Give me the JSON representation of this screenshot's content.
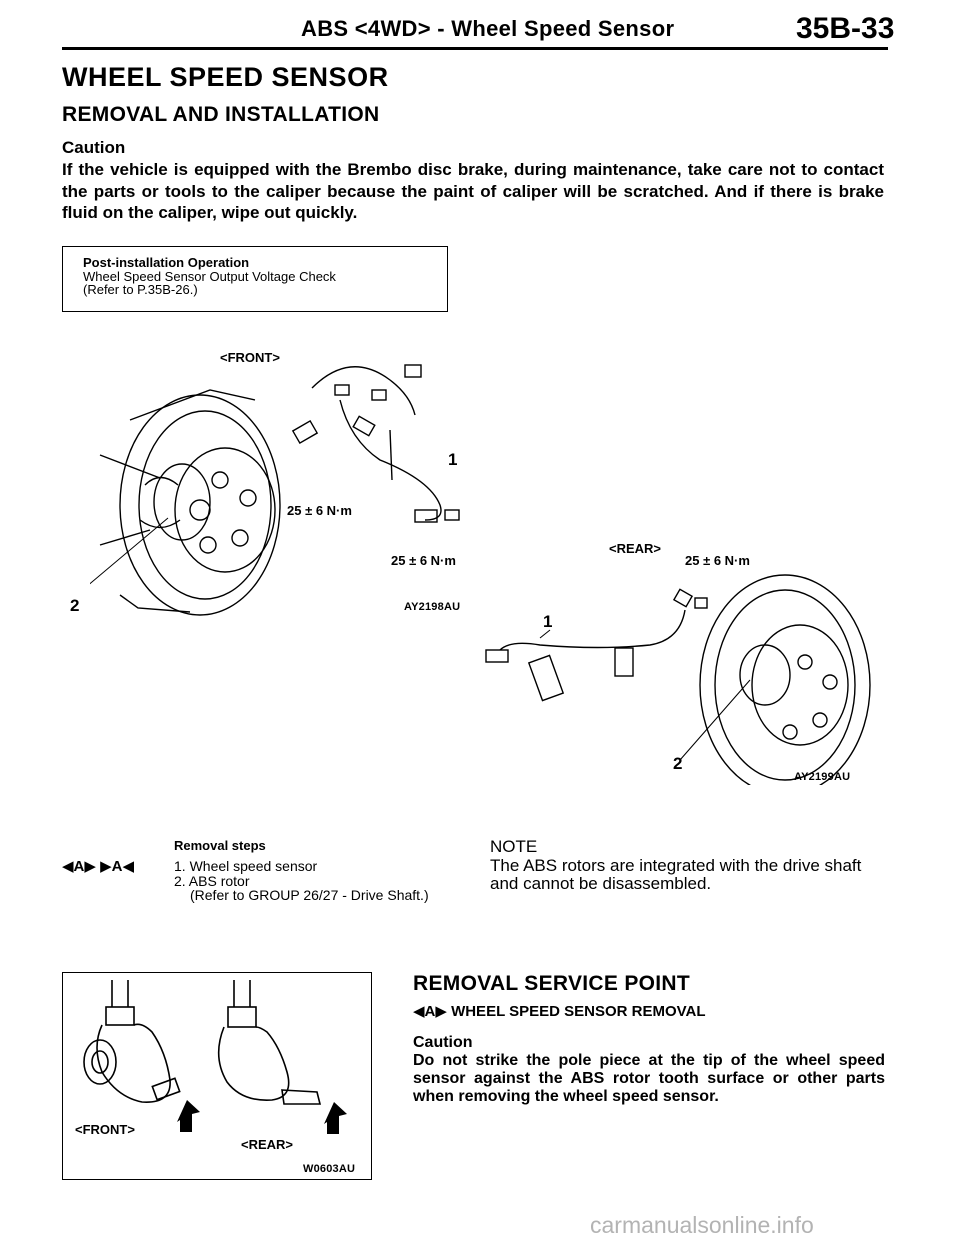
{
  "header": {
    "title": "ABS <4WD> - Wheel Speed Sensor",
    "page": "35B-33"
  },
  "section": {
    "title": "WHEEL SPEED SENSOR",
    "subtitle": "REMOVAL AND INSTALLATION",
    "caution_label": "Caution",
    "caution_text": "If the vehicle is equipped with the Brembo disc brake, during maintenance, take care not to contact the parts or tools to the caliper because the paint of caliper will be scratched. And if there is brake fluid on the caliper, wipe out quickly."
  },
  "post_installation": {
    "title": "Post-installation Operation",
    "line1": "Wheel Speed Sensor Output Voltage Check",
    "line2": "(Refer to P.35B-26.)"
  },
  "figure_front": {
    "label": "<FRONT>",
    "torque1": "25 ± 6 N·m",
    "torque2": "25 ± 6 N·m",
    "callout1": "1",
    "callout2": "2",
    "code": "AY2198AU"
  },
  "figure_rear": {
    "label": "<REAR>",
    "torque": "25 ± 6 N·m",
    "callout1": "1",
    "callout2": "2",
    "code": "AY2199AU"
  },
  "removal_steps": {
    "title": "Removal steps",
    "marks": "◀A▶  ▶A◀",
    "step1": "1. Wheel speed sensor",
    "step2": "2. ABS rotor",
    "step2_note": "(Refer to GROUP 26/27 - Drive Shaft.)"
  },
  "note": {
    "label": "NOTE",
    "text": "The ABS rotors are integrated with the drive shaft and cannot be disassembled."
  },
  "removal_service_point": {
    "title": "REMOVAL SERVICE POINT",
    "subtitle": "◀A▶ WHEEL SPEED SENSOR REMOVAL",
    "caution_label": "Caution",
    "caution_text": "Do not strike the pole piece at the tip of the wheel speed sensor against the ABS rotor tooth surface or other parts when removing the wheel speed sensor."
  },
  "sensor_figure": {
    "front_label": "<FRONT>",
    "rear_label": "<REAR>",
    "code": "W0603AU"
  },
  "watermark": "carmanualsonline.info"
}
